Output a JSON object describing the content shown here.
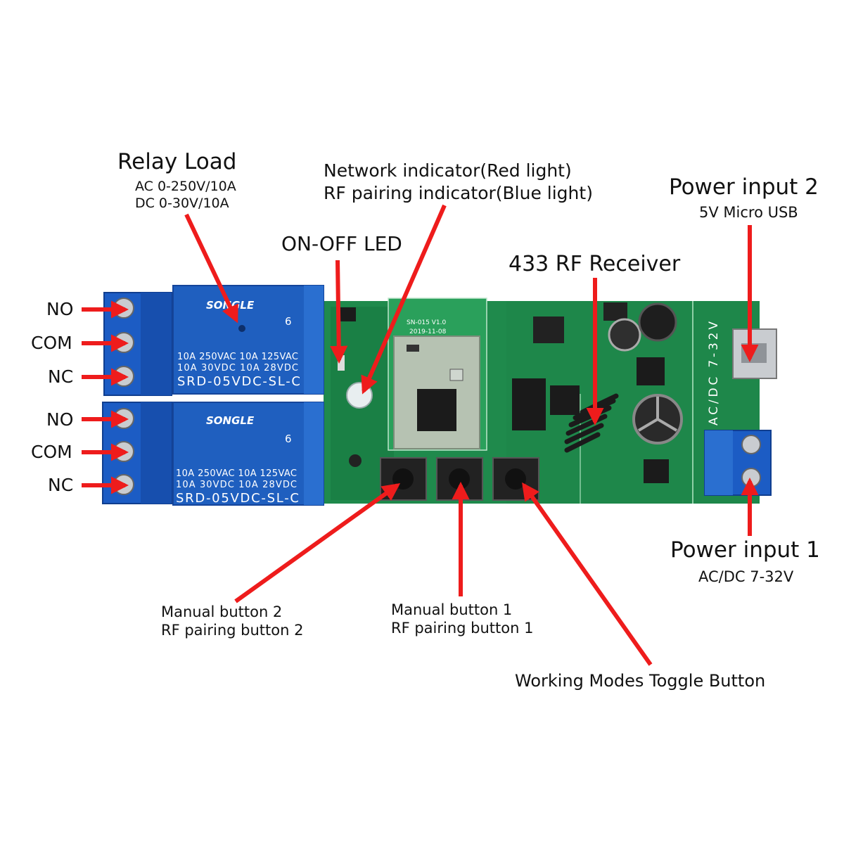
{
  "labels": {
    "relay_load": {
      "title": "Relay Load",
      "line1": "AC 0-250V/10A",
      "line2": "DC 0-30V/10A"
    },
    "network_indicator": {
      "line1": "Network indicator(Red light)",
      "line2": "RF pairing indicator(Blue light)"
    },
    "on_off_led": "ON-OFF LED",
    "rf_receiver": "433 RF Receiver",
    "power_input_2": {
      "title": "Power input 2",
      "sub": "5V Micro USB"
    },
    "power_input_1": {
      "title": "Power input 1",
      "sub": "AC/DC 7-32V"
    },
    "manual_button_2": {
      "line1": "Manual button 2",
      "line2": "RF pairing button 2"
    },
    "manual_button_1": {
      "line1": "Manual button 1",
      "line2": "RF pairing button 1"
    },
    "mode_toggle": "Working Modes Toggle Button",
    "terminals_top": [
      "NO",
      "COM",
      "NC"
    ],
    "terminals_bottom": [
      "NO",
      "COM",
      "NC"
    ]
  },
  "board": {
    "relay_brand": "SONGLE",
    "relay_top": {
      "rating1": "10A 250VAC  10A 125VAC",
      "rating2": "10A  30VDC  10A  28VDC",
      "model": "SRD-05VDC-SL-C",
      "cert": "6"
    },
    "relay_bottom": {
      "rating1": "10A 250VAC  10A 125VAC",
      "rating2": "10A  30VDC  10A  28VDC",
      "model": "SRD-05VDC-SL-C",
      "cert": "6"
    },
    "module_silk1": "SN-015 V1.0",
    "module_silk2": "2019-11-08",
    "board_silk": "AC/DC 7-32V"
  },
  "colors": {
    "pcb": "#1f8a4c",
    "pcb_dark": "#15703b",
    "relay": "#1f5fbf",
    "terminal": "#1c5cc4",
    "arrow": "#ee1c1c"
  }
}
